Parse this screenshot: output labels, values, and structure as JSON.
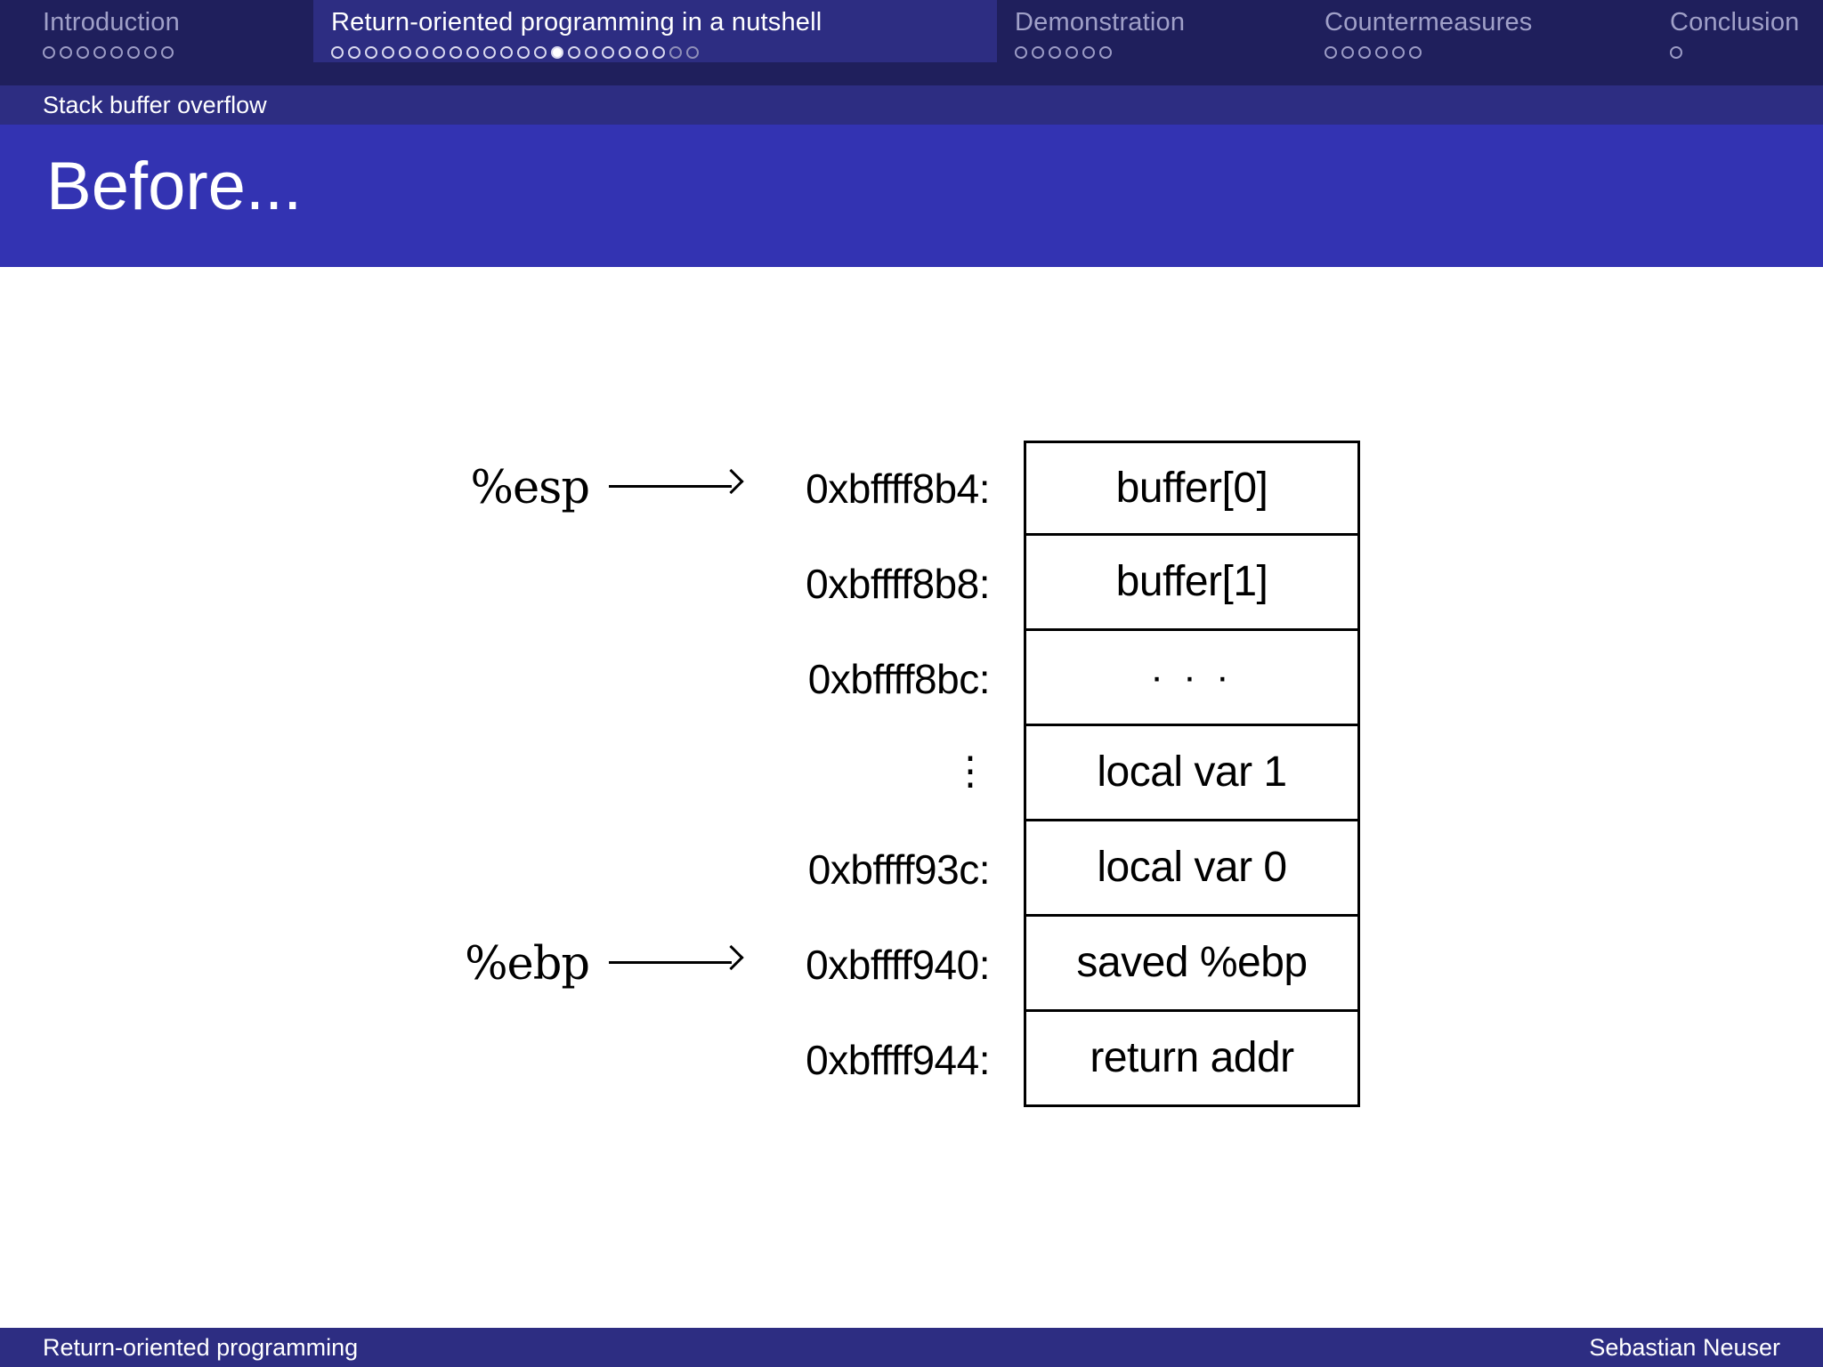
{
  "colors": {
    "nav_background": "#1f1f5c",
    "nav_active_background": "#2d2d82",
    "title_background": "#3333b2",
    "subsection_background": "#2d2d82",
    "footer_background": "#2d2d82",
    "body_background": "#ffffff",
    "text_light": "#ffffff",
    "text_dim": "#a0a0c8",
    "diagram_stroke": "#000000"
  },
  "nav": {
    "sections": [
      {
        "label": "Introduction",
        "dots": 8,
        "active": false,
        "filled_index": -1,
        "dim_after": -1
      },
      {
        "label": "Return-oriented programming in a nutshell",
        "dots": 22,
        "active": true,
        "filled_index": 13,
        "dim_after": 20
      },
      {
        "label": "Demonstration",
        "dots": 6,
        "active": false,
        "filled_index": -1,
        "dim_after": -1
      },
      {
        "label": "Countermeasures",
        "dots": 6,
        "active": false,
        "filled_index": -1,
        "dim_after": -1
      },
      {
        "label": "Conclusion",
        "dots": 1,
        "active": false,
        "filled_index": -1,
        "dim_after": -1
      }
    ]
  },
  "subsection": {
    "label": "Stack buffer overflow"
  },
  "title": {
    "text": "Before..."
  },
  "diagram": {
    "name": "stack-layout-before-overflow",
    "rows": [
      {
        "register": "%esp",
        "has_arrow": true,
        "address": "0xbffff8b4:",
        "cell": "buffer[0]",
        "address_is_dots": false,
        "cell_is_dots": false
      },
      {
        "register": "",
        "has_arrow": false,
        "address": "0xbffff8b8:",
        "cell": "buffer[1]",
        "address_is_dots": false,
        "cell_is_dots": false
      },
      {
        "register": "",
        "has_arrow": false,
        "address": "0xbffff8bc:",
        "cell": "· · ·",
        "address_is_dots": false,
        "cell_is_dots": true
      },
      {
        "register": "",
        "has_arrow": false,
        "address": "⋮",
        "cell": "local var 1",
        "address_is_dots": true,
        "cell_is_dots": false
      },
      {
        "register": "",
        "has_arrow": false,
        "address": "0xbffff93c:",
        "cell": "local var 0",
        "address_is_dots": false,
        "cell_is_dots": false
      },
      {
        "register": "%ebp",
        "has_arrow": true,
        "address": "0xbffff940:",
        "cell": "saved %ebp",
        "address_is_dots": false,
        "cell_is_dots": false
      },
      {
        "register": "",
        "has_arrow": false,
        "address": "0xbffff944:",
        "cell": "return addr",
        "address_is_dots": false,
        "cell_is_dots": false
      }
    ]
  },
  "footer": {
    "left": "Return-oriented programming",
    "right": "Sebastian Neuser"
  }
}
